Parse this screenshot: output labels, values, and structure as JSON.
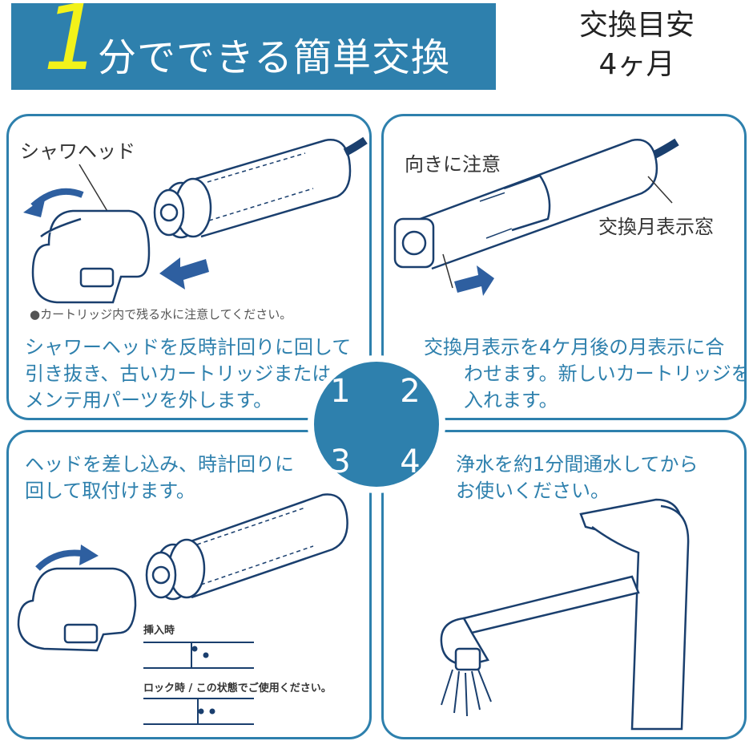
{
  "header": {
    "number": "1",
    "title": "分でできる簡単交換",
    "guide_line1": "交換目安",
    "guide_line2": "4ヶ月"
  },
  "steps": [
    {
      "number": "1",
      "label": "シャワヘッド",
      "note": "●カートリッジ内で残る水に注意してください。",
      "lines": [
        "シャワーヘッドを反時計回りに回して",
        "引き抜き、古いカートリッジまたは",
        "メンテ用パーツを外します。"
      ]
    },
    {
      "number": "2",
      "label_direction": "向きに注意",
      "label_window": "交換月表示窓",
      "lines": [
        "交換月表示を4ケ月後の月表示に合",
        "わせます。新しいカートリッジを",
        "入れます。"
      ]
    },
    {
      "number": "3",
      "lines": [
        "ヘッドを差し込み、時計回りに",
        "回して取付けます。"
      ],
      "insert_label": "挿入時",
      "lock_label": "ロック時 / この状態でご使用ください。"
    },
    {
      "number": "4",
      "lines": [
        "浄水を約1分間通水してから",
        "お使いください。"
      ]
    }
  ],
  "colors": {
    "accent": "#2e80ad",
    "highlight": "#f2f21a",
    "arrow": "#2e5fa0"
  }
}
